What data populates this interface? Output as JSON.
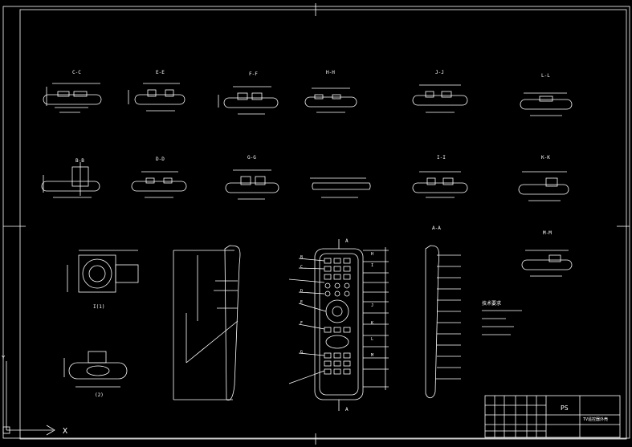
{
  "sections": {
    "cc": "C-C",
    "ee": "E-E",
    "ff": "F-F",
    "hh": "H-H",
    "jj": "J-J",
    "ll": "L-L",
    "bb": "B-B",
    "dd": "D-D",
    "gg": "G-G",
    "ii": "I-I",
    "kk": "K-K",
    "aa": "A-A",
    "mm": "M-M"
  },
  "views": {
    "detail_1": "I(1)",
    "detail_2": "(2)"
  },
  "cut_markers": {
    "a_top": "A",
    "a_bottom": "A"
  },
  "side_letters": [
    "B",
    "C",
    "D",
    "E",
    "F",
    "G",
    "H",
    "I",
    "J",
    "K",
    "L",
    "M"
  ],
  "tech_notes": {
    "title": "技术要求"
  },
  "title_block": {
    "material": "PS",
    "part_name": "TV遥控器外壳"
  },
  "ucs": {
    "x_axis": "X",
    "y_axis": "Y"
  },
  "colors": {
    "background": "#000000",
    "lines": "#ffffff"
  }
}
